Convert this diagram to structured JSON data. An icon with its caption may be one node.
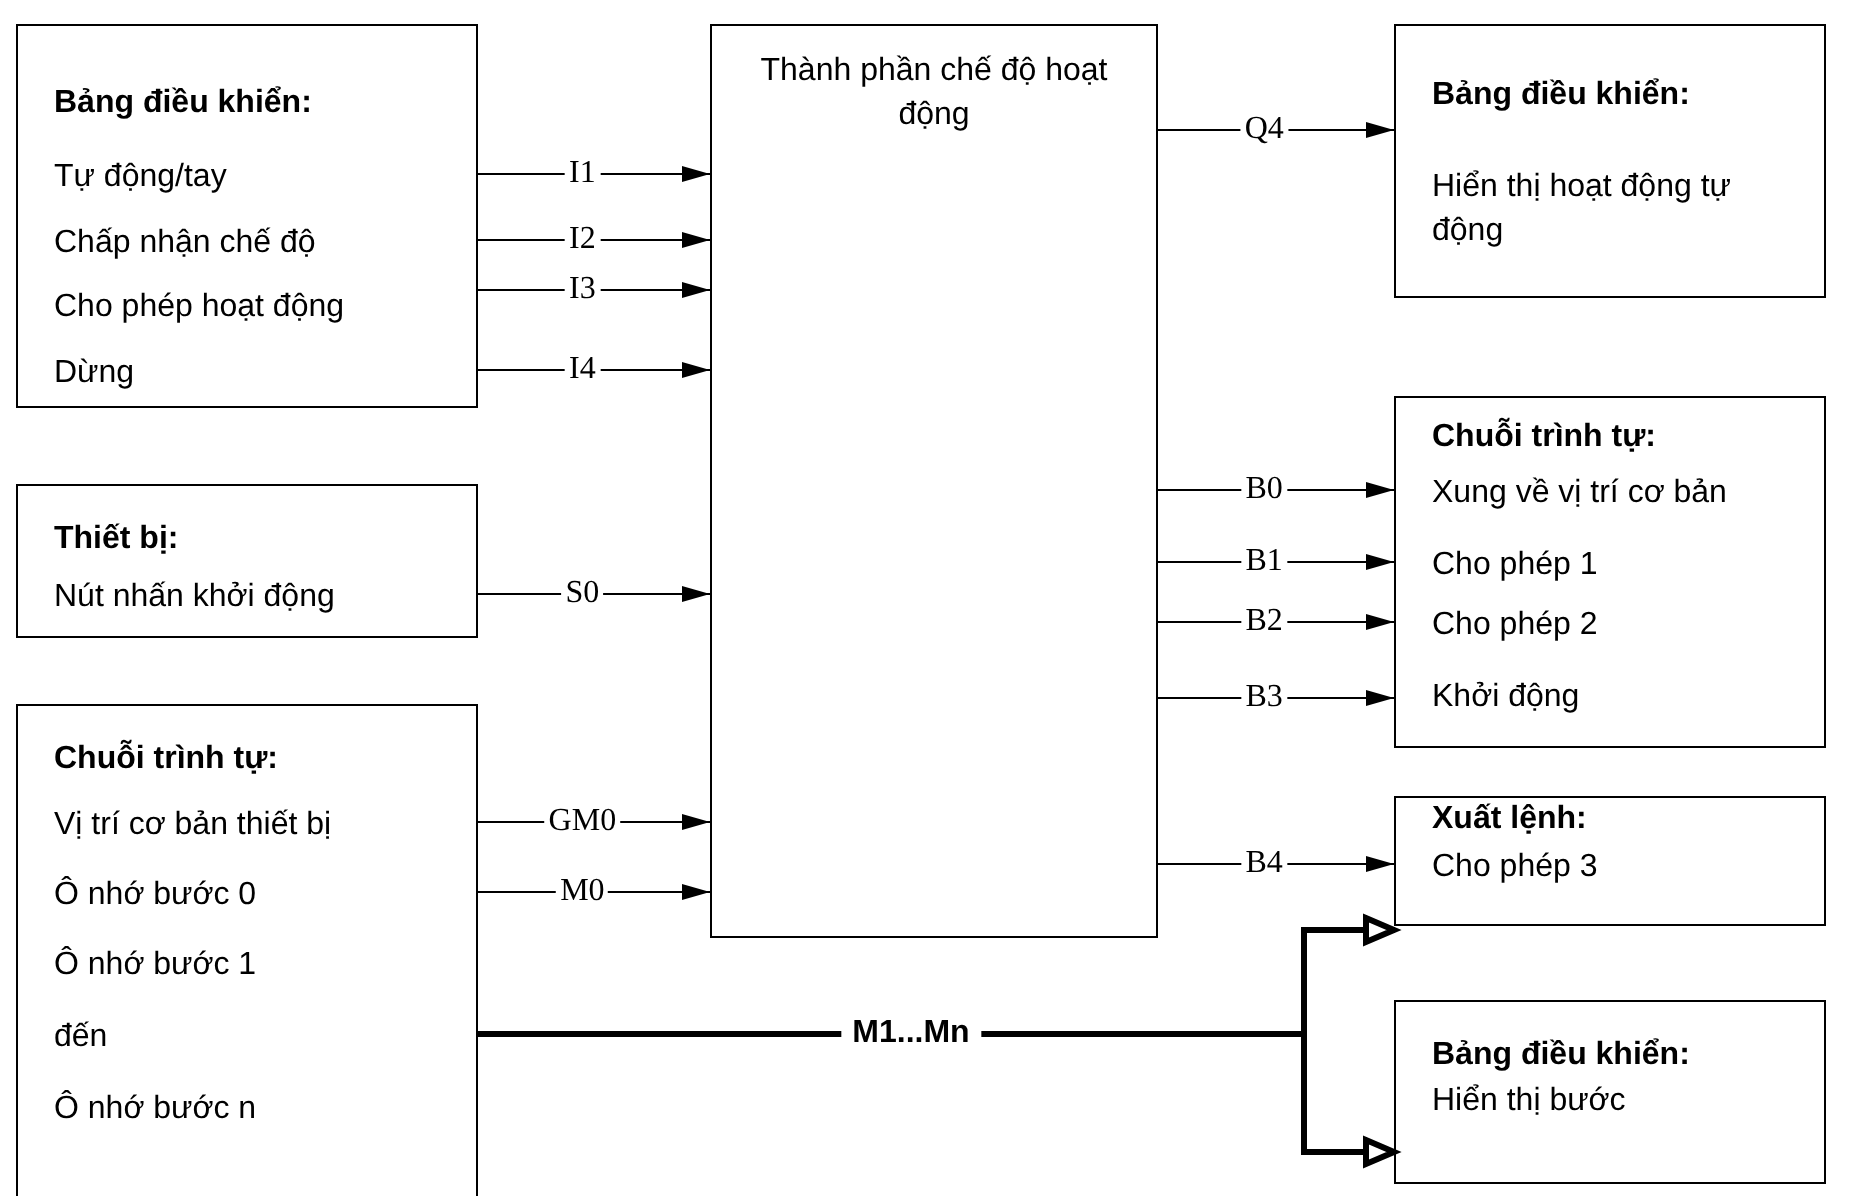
{
  "diagram": {
    "nodes": [
      {
        "text": [
          "Bảng điều khiển:",
          "Tự động/tay",
          "Chấp nhận chế độ",
          "Cho phép hoạt động",
          "Dừng"
        ]
      },
      {
        "text": [
          "Thiết bị:",
          "Nút nhấn khởi động"
        ]
      },
      {
        "text": [
          "Chuỗi trình tự:",
          "Vị trí cơ bản thiết bị",
          "Ô nhớ bước 0",
          "Ô nhớ bước 1",
          "đến",
          "Ô nhớ bước n"
        ]
      },
      {
        "text": [
          "Thành phần chế độ hoạt động"
        ]
      },
      {
        "text": [
          "Bảng điều khiển:",
          "Hiển thị hoạt động tự động"
        ]
      },
      {
        "text": [
          "Chuỗi trình tự:",
          "Xung về vị trí cơ bản",
          "Cho phép 1",
          "Cho phép 2",
          "Khởi động"
        ]
      },
      {
        "text": [
          "Xuất lệnh:",
          "Cho phép 3"
        ]
      },
      {
        "text": [
          "Bảng điều khiển:",
          "Hiển thị bước"
        ]
      }
    ],
    "edges": [
      {
        "from": 0,
        "to": 3,
        "arrow": "to",
        "label": "I1"
      },
      {
        "from": 0,
        "to": 3,
        "arrow": "to",
        "label": "I2"
      },
      {
        "from": 0,
        "to": 3,
        "arrow": "to",
        "label": "I3"
      },
      {
        "from": 0,
        "to": 3,
        "arrow": "to",
        "label": "I4"
      },
      {
        "from": 1,
        "to": 3,
        "arrow": "to",
        "label": "S0"
      },
      {
        "from": 2,
        "to": 3,
        "arrow": "to",
        "label": "GM0"
      },
      {
        "from": 2,
        "to": 3,
        "arrow": "to",
        "label": "M0"
      },
      {
        "from": 3,
        "to": 4,
        "arrow": "to",
        "label": "Q4"
      },
      {
        "from": 3,
        "to": 5,
        "arrow": "to",
        "label": "B0"
      },
      {
        "from": 3,
        "to": 5,
        "arrow": "to",
        "label": "B1"
      },
      {
        "from": 3,
        "to": 5,
        "arrow": "to",
        "label": "B2"
      },
      {
        "from": 3,
        "to": 5,
        "arrow": "to",
        "label": "B3"
      },
      {
        "from": 3,
        "to": 6,
        "arrow": "to",
        "label": "B4"
      },
      {
        "from": 2,
        "to": 6,
        "arrow": "to",
        "label": "M1...Mn",
        "style": "thick"
      },
      {
        "from": 2,
        "to": 7,
        "arrow": "to",
        "style": "thick"
      }
    ]
  }
}
